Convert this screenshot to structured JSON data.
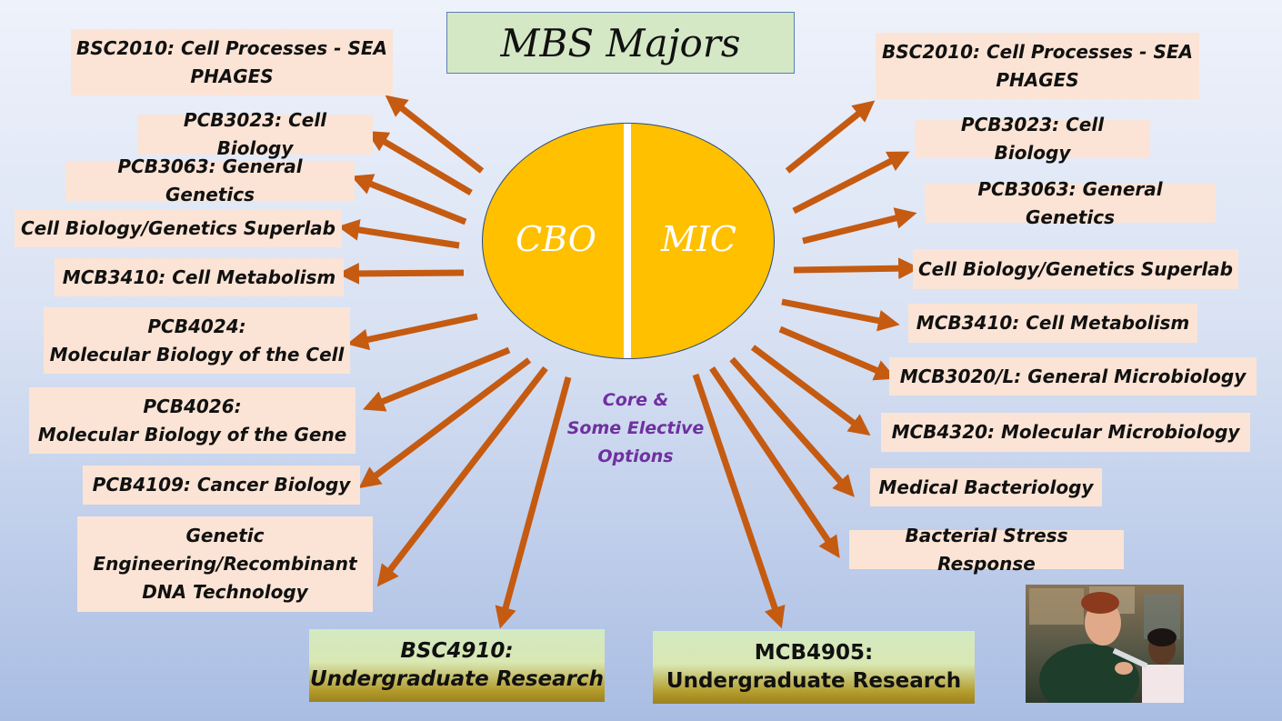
{
  "title": "MBS Majors",
  "center": {
    "left_label": "CBO",
    "right_label": "MIC",
    "core_lines": [
      "Core &",
      "Some Elective",
      "Options"
    ]
  },
  "colors": {
    "arrow": "#c55a11",
    "course_box": "#fbe4d5",
    "oval": "#ffc000",
    "core_text": "#7030a0"
  },
  "left_courses": [
    {
      "lines": [
        "BSC2010: Cell Processes - SEA",
        "PHAGES"
      ]
    },
    {
      "lines": [
        "PCB3023: Cell Biology"
      ]
    },
    {
      "lines": [
        "PCB3063: General Genetics"
      ]
    },
    {
      "lines": [
        "Cell Biology/Genetics Superlab"
      ]
    },
    {
      "lines": [
        "MCB3410: Cell Metabolism"
      ]
    },
    {
      "lines": [
        "PCB4024:",
        "Molecular Biology of the Cell"
      ]
    },
    {
      "lines": [
        "PCB4026:",
        "Molecular Biology of the Gene"
      ]
    },
    {
      "lines": [
        "PCB4109: Cancer Biology"
      ]
    },
    {
      "lines": [
        "Genetic",
        "Engineering/Recombinant",
        "DNA Technology"
      ]
    }
  ],
  "right_courses": [
    {
      "lines": [
        "BSC2010: Cell Processes - SEA",
        "PHAGES"
      ]
    },
    {
      "lines": [
        "PCB3023: Cell Biology"
      ]
    },
    {
      "lines": [
        "PCB3063: General Genetics"
      ]
    },
    {
      "lines": [
        "Cell Biology/Genetics Superlab"
      ]
    },
    {
      "lines": [
        "MCB3410: Cell Metabolism"
      ]
    },
    {
      "lines": [
        "MCB3020/L: General Microbiology"
      ]
    },
    {
      "lines": [
        "MCB4320: Molecular Microbiology"
      ]
    },
    {
      "lines": [
        "Medical Bacteriology"
      ]
    },
    {
      "lines": [
        "Bacterial Stress Response"
      ]
    }
  ],
  "research": [
    {
      "lines": [
        "BSC4910:",
        "Undergraduate Research"
      ]
    },
    {
      "lines": [
        "MCB4905:",
        "Undergraduate Research"
      ]
    }
  ]
}
